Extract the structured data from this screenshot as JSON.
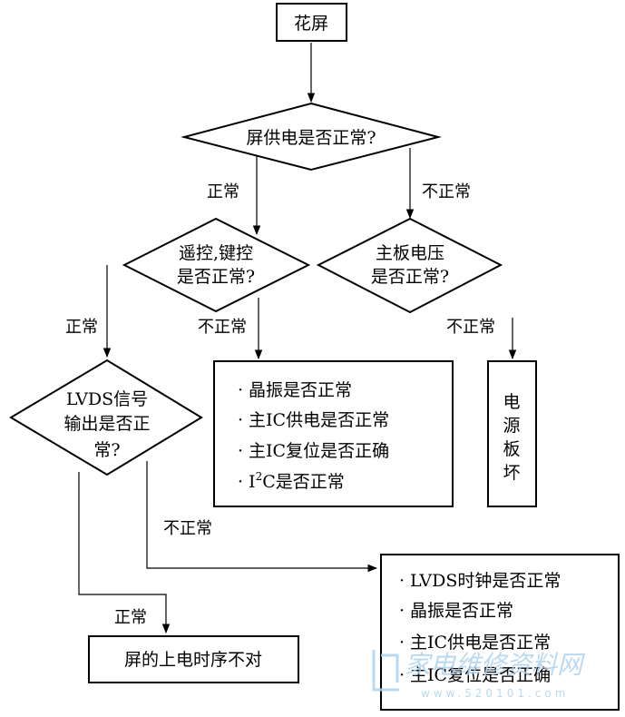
{
  "nodes": {
    "start": "花屏",
    "d1": "屏供电是否正常?",
    "d2_line1": "遥控,键控",
    "d2_line2": "是否正常?",
    "d3_line1": "主板电压",
    "d3_line2": "是否正常?",
    "d4_line1": "LVDS信号",
    "d4_line2": "输出是否正",
    "d4_line3": "常?",
    "check_box1": {
      "items": [
        "晶振是否正常",
        "主IC供电是否正常",
        "主IC复位是否正确",
        "C是否正常"
      ],
      "i2c_prefix": "I",
      "i2c_sup": "2"
    },
    "power_board_box": [
      "电",
      "源",
      "板",
      "坏"
    ],
    "check_box2": [
      "LVDS时钟是否正常",
      "晶振是否正常",
      "主IC供电是否正常",
      "主IC复位是否正确"
    ],
    "result_box": "屏的上电时序不对"
  },
  "edges": {
    "normal": "正常",
    "abnormal": "不正常"
  },
  "bullet": "·",
  "watermark": {
    "text": "家电维修资料网",
    "url": "www.520101.com",
    "color": "#aed3ee"
  }
}
